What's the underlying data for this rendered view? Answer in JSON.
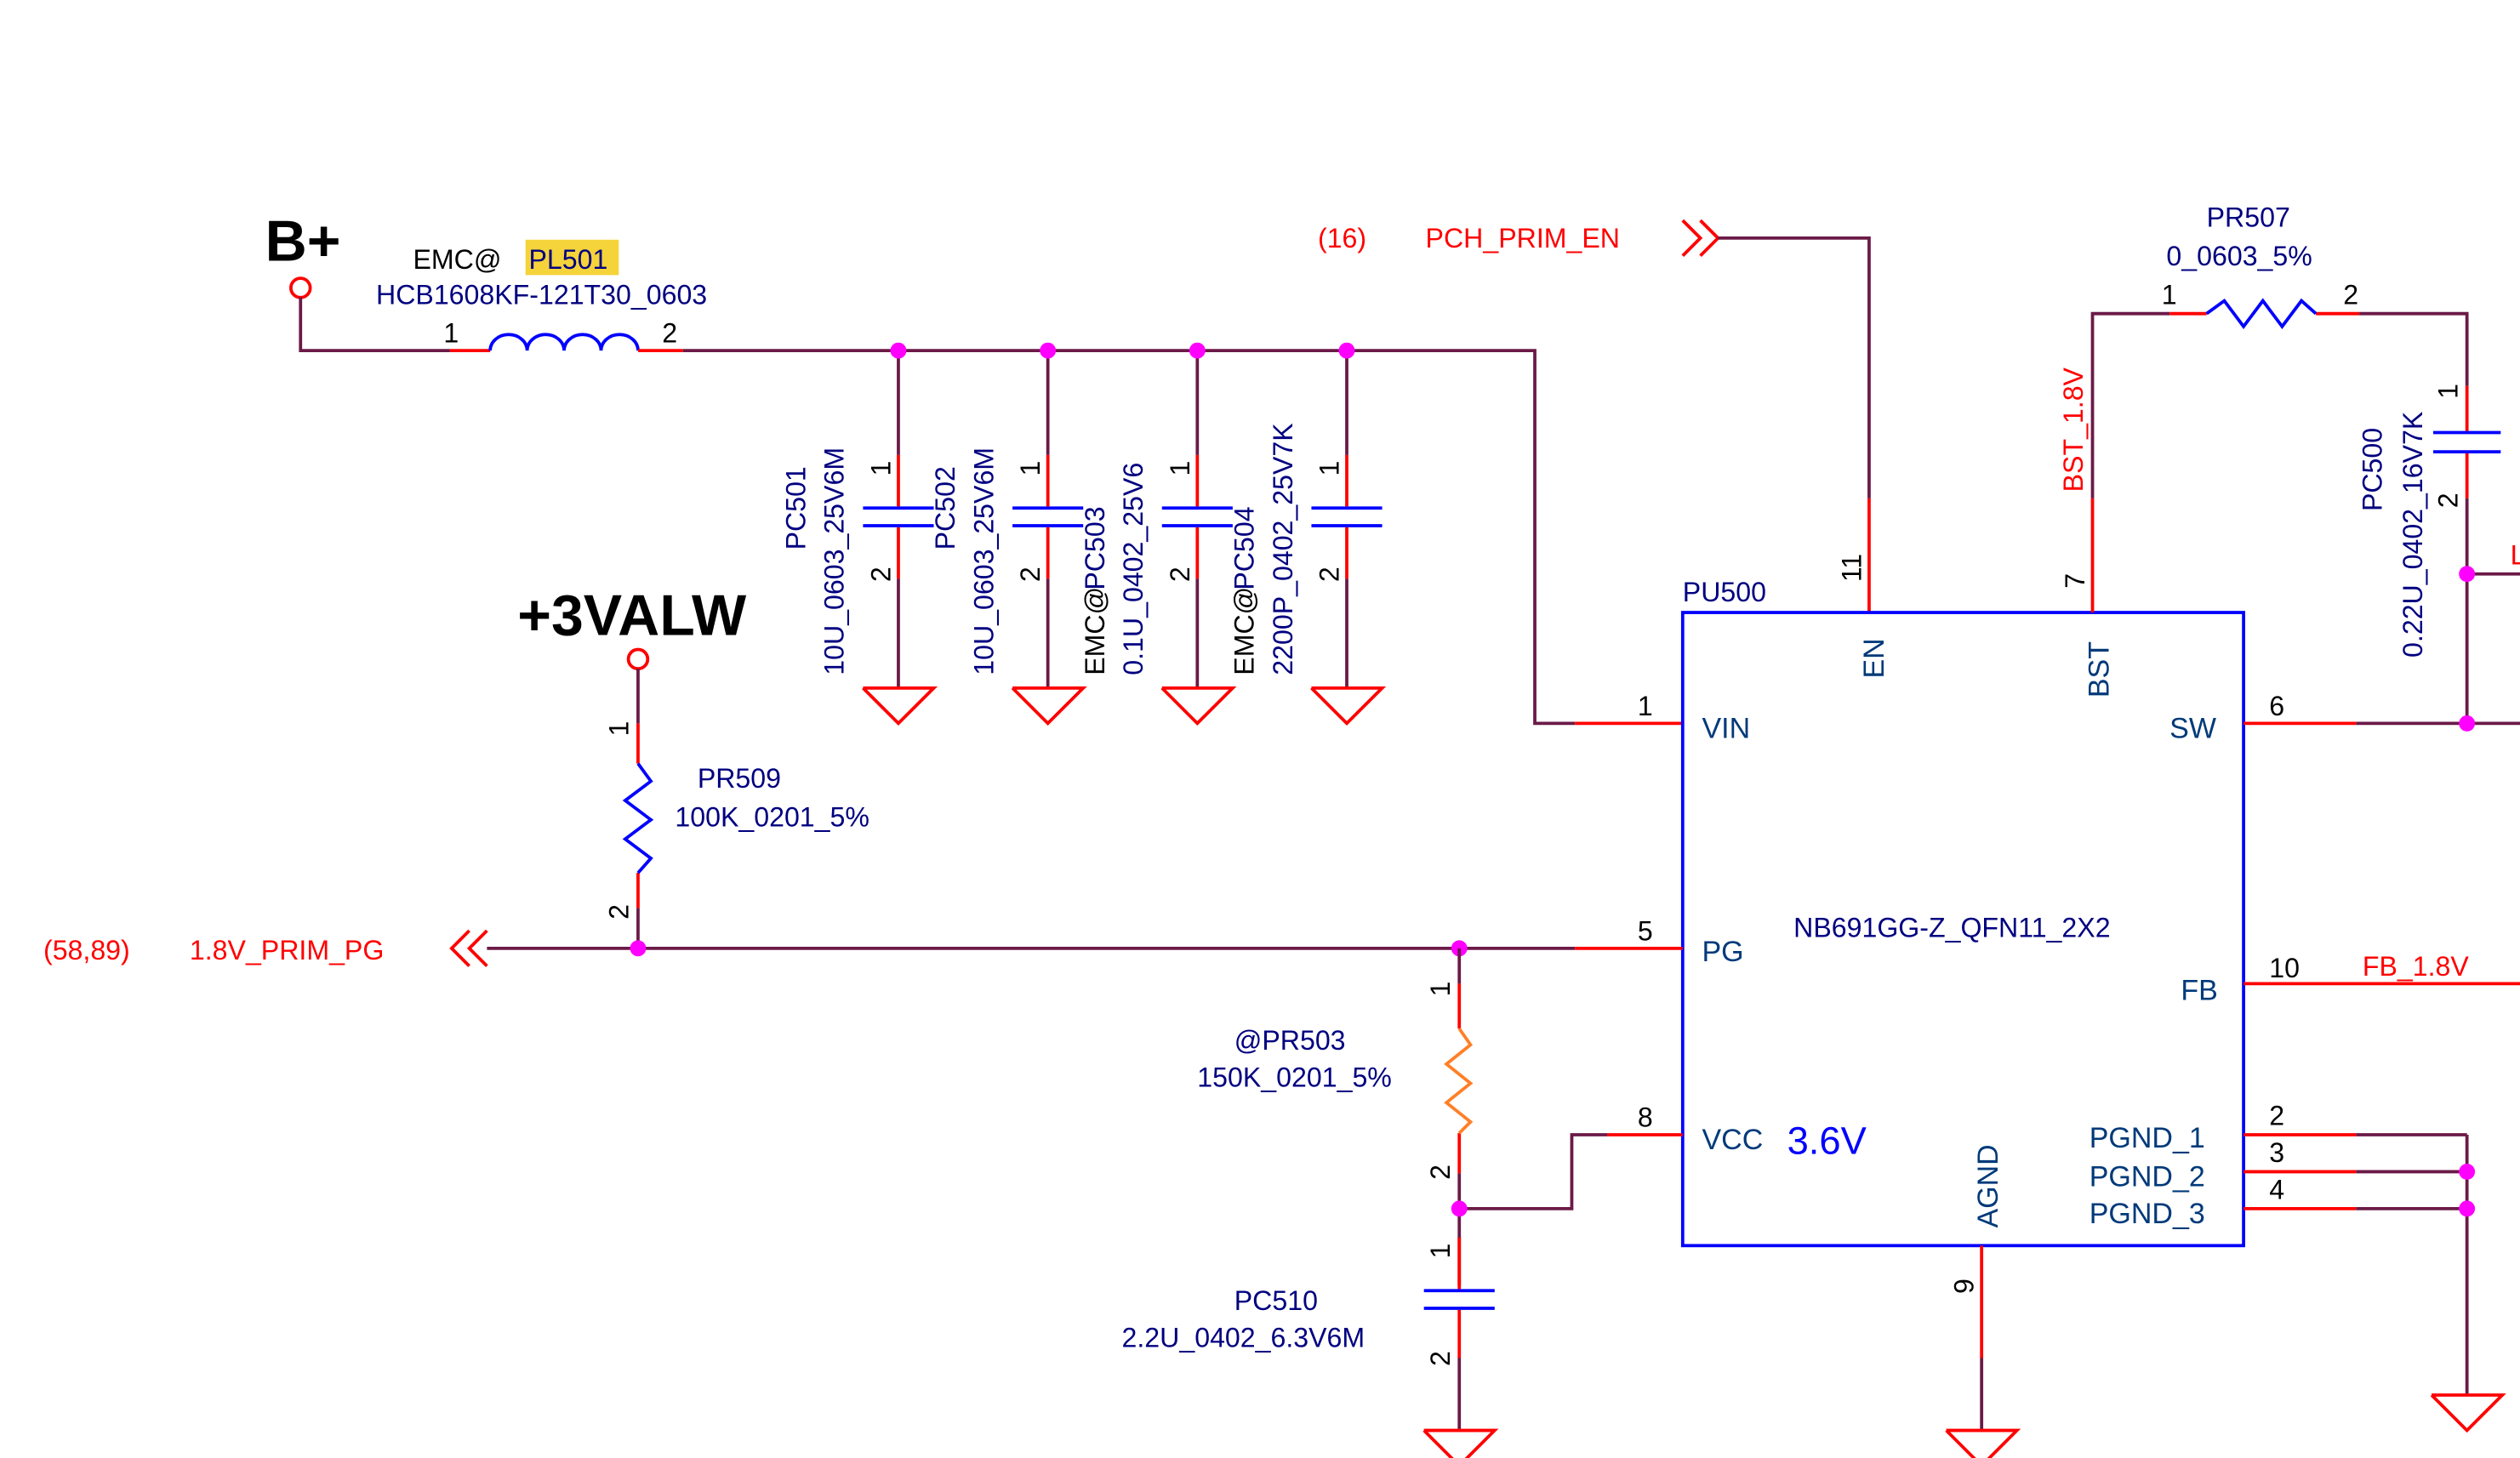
{
  "power_rails": {
    "bplus": "B+",
    "v3alw": "+3VALW"
  },
  "pl501": {
    "prefix": "EMC@",
    "ref": "PL501",
    "value": "HCB1608KF-121T30_0603",
    "pin1": "1",
    "pin2": "2",
    "highlight_color": "#f5d33a"
  },
  "caps": [
    {
      "ref": "PC501",
      "prefix": "",
      "value": "10U_0603_25V6M",
      "pin1": "1",
      "pin2": "2"
    },
    {
      "ref": "PC502",
      "prefix": "",
      "value": "10U_0603_25V6M",
      "pin1": "1",
      "pin2": "2"
    },
    {
      "ref": "PC503",
      "prefix": "EMC@",
      "value": "0.1U_0402_25V6",
      "pin1": "1",
      "pin2": "2"
    },
    {
      "ref": "PC504",
      "prefix": "EMC@",
      "value": "2200P_0402_25V7K",
      "pin1": "1",
      "pin2": "2"
    }
  ],
  "pch_prim_en": {
    "page_ref": "(16)",
    "net": "PCH_PRIM_EN"
  },
  "prim_pg": {
    "page_ref": "(58,89)",
    "net": "1.8V_PRIM_PG"
  },
  "pr509": {
    "ref": "PR509",
    "value": "100K_0201_5%",
    "pin1": "1",
    "pin2": "2"
  },
  "pr503": {
    "ref": "@PR503",
    "value": "150K_0201_5%",
    "pin1": "1",
    "pin2": "2"
  },
  "pc510": {
    "ref": "PC510",
    "value": "2.2U_0402_6.3V6M",
    "pin1": "1",
    "pin2": "2"
  },
  "pr507": {
    "ref": "PR507",
    "value": "0_0603_5%",
    "pin1": "1",
    "pin2": "2"
  },
  "pc500": {
    "ref": "PC500",
    "value": "0.22U_0402_16V7K",
    "pin1": "1",
    "pin2": "2"
  },
  "nets": {
    "bst": "BST_1.8V",
    "fb": "FB_1.8V",
    "cut_label": "L"
  },
  "ic": {
    "ref": "PU500",
    "part": "NB691GG-Z_QFN11_2X2",
    "vcc_voltage": "3.6V",
    "pins": {
      "vin": {
        "name": "VIN",
        "num": "1"
      },
      "en": {
        "name": "EN",
        "num": "11"
      },
      "bst": {
        "name": "BST",
        "num": "7"
      },
      "sw": {
        "name": "SW",
        "num": "6"
      },
      "pg": {
        "name": "PG",
        "num": "5"
      },
      "fb": {
        "name": "FB",
        "num": "10"
      },
      "vcc": {
        "name": "VCC",
        "num": "8"
      },
      "agnd": {
        "name": "AGND",
        "num": "9"
      },
      "pgnd1": {
        "name": "PGND_1",
        "num": "2"
      },
      "pgnd2": {
        "name": "PGND_2",
        "num": "3"
      },
      "pgnd3": {
        "name": "PGND_3",
        "num": "4"
      }
    }
  },
  "colors": {
    "wire": "#6b1a47",
    "pin_stub": "#ff0000",
    "component": "#0000ff",
    "junction": "#ff00ff",
    "net_label": "#ff0000",
    "ref_text": "#000080"
  }
}
